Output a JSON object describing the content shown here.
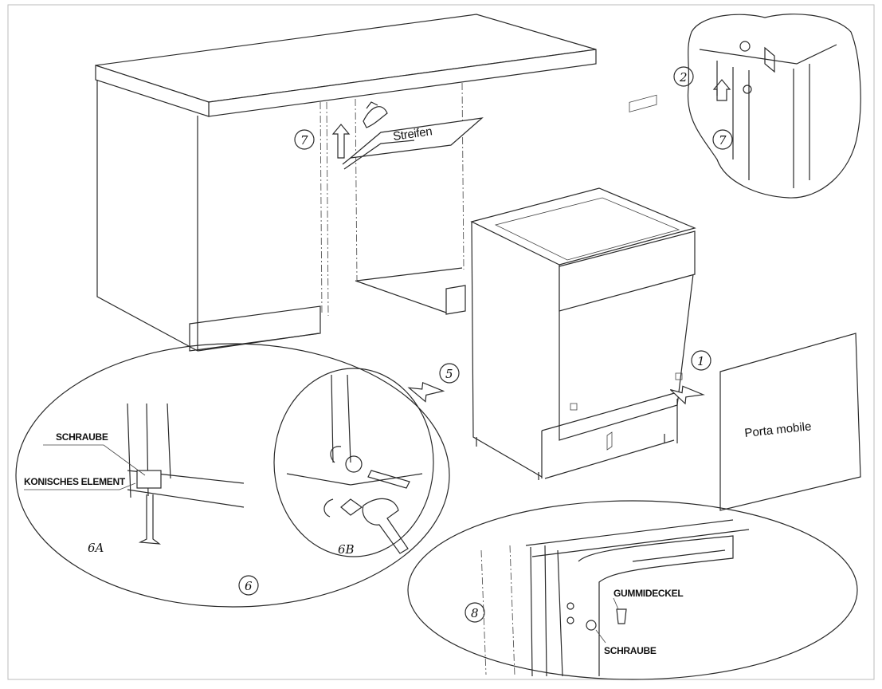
{
  "labels": {
    "streifen": "Streifen",
    "porta_mobile": "Porta mobile",
    "schraube_left": "SCHRAUBE",
    "konisches_element": "KONISCHES ELEMENT",
    "gummideckel": "GUMMIDECKEL",
    "schraube_right": "SCHRAUBE",
    "sub_6a": "6A",
    "sub_6b": "6B"
  },
  "steps": {
    "s1": "1",
    "s2": "2",
    "s5": "5",
    "s6": "6",
    "s7_main": "7",
    "s7_detail": "7",
    "s8": "8"
  }
}
